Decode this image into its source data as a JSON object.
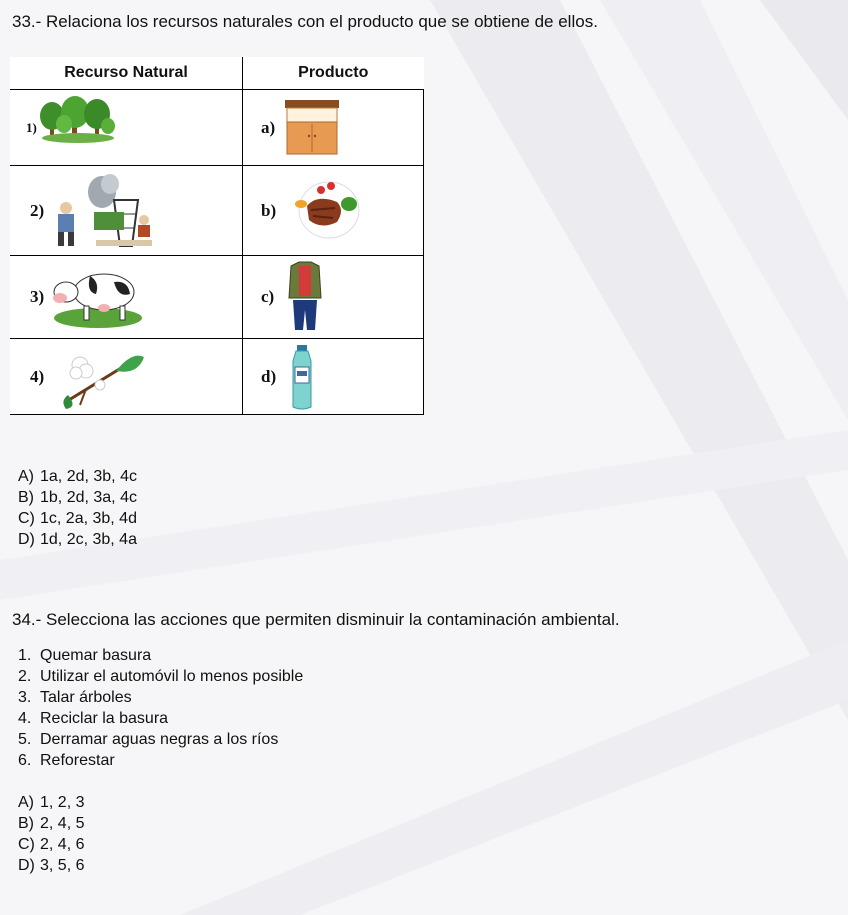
{
  "q33": {
    "title": "33.- Relaciona los recursos naturales con el producto que se obtiene de ellos.",
    "headers": {
      "left": "Recurso Natural",
      "right": "Producto"
    },
    "rows": [
      {
        "num": "1)",
        "letter": "a)",
        "resource_icon": "forest-icon",
        "product_icon": "cabinet-icon"
      },
      {
        "num": "2)",
        "letter": "b)",
        "resource_icon": "oil-well-icon",
        "product_icon": "steak-plate-icon"
      },
      {
        "num": "3)",
        "letter": "c)",
        "resource_icon": "cow-icon",
        "product_icon": "clothes-icon"
      },
      {
        "num": "4)",
        "letter": "d)",
        "resource_icon": "cotton-plant-icon",
        "product_icon": "plastic-bottle-icon"
      }
    ],
    "options": [
      {
        "letter": "A)",
        "text": "1a, 2d, 3b, 4c"
      },
      {
        "letter": "B)",
        "text": "1b, 2d, 3a, 4c"
      },
      {
        "letter": "C)",
        "text": "1c, 2a, 3b, 4d"
      },
      {
        "letter": "D)",
        "text": "1d, 2c, 3b, 4a"
      }
    ]
  },
  "q34": {
    "title": "34.- Selecciona las acciones que permiten disminuir la contaminación ambiental.",
    "items": [
      {
        "num": "1.",
        "text": "Quemar basura"
      },
      {
        "num": "2.",
        "text": "Utilizar el automóvil lo menos posible"
      },
      {
        "num": "3.",
        "text": "Talar árboles"
      },
      {
        "num": "4.",
        "text": "Reciclar la basura"
      },
      {
        "num": "5.",
        "text": "Derramar aguas negras a los ríos"
      },
      {
        "num": "6.",
        "text": "Reforestar"
      }
    ],
    "options": [
      {
        "letter": "A)",
        "text": "1, 2, 3"
      },
      {
        "letter": "B)",
        "text": "2, 4, 5"
      },
      {
        "letter": "C)",
        "text": "2, 4, 6"
      },
      {
        "letter": "D)",
        "text": "3, 5, 6"
      }
    ]
  }
}
